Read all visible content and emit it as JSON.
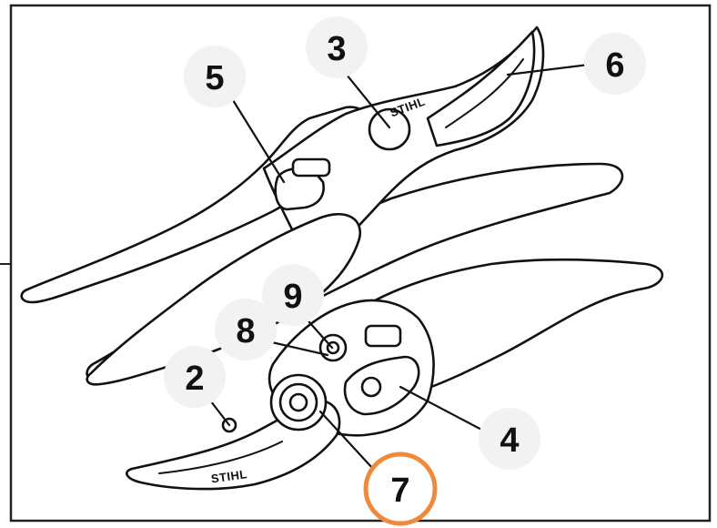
{
  "diagram": {
    "brand_label": "STIHL",
    "highlight_color": "#ef8a3c",
    "callouts": [
      {
        "id": "1",
        "label": "2"
      },
      {
        "id": "2",
        "label": "3"
      },
      {
        "id": "3",
        "label": "4"
      },
      {
        "id": "4",
        "label": "5"
      },
      {
        "id": "5",
        "label": "6"
      },
      {
        "id": "6",
        "label": "7",
        "highlighted": true
      },
      {
        "id": "7",
        "label": "8"
      },
      {
        "id": "8",
        "label": "9"
      }
    ]
  }
}
